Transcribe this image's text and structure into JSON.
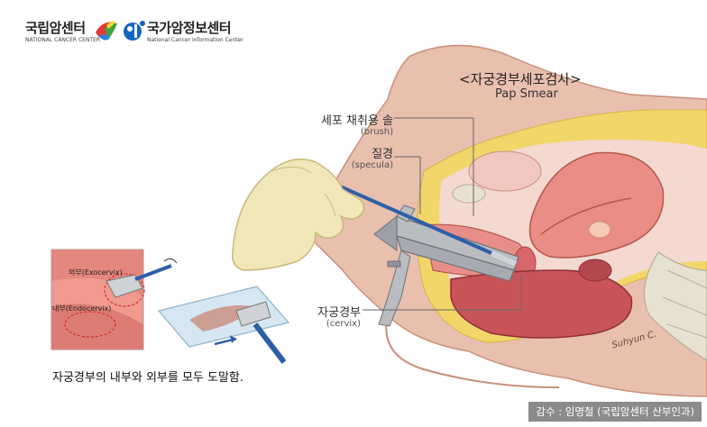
{
  "logos": {
    "ncc_name": "국립암센터",
    "ncc_en": "NATIONAL CANCER CENTER",
    "nci_name": "국가암정보센터",
    "nci_en": "National Cancer Information Center"
  },
  "title": {
    "korean": "<자궁경부세포검사>",
    "english": "Pap Smear"
  },
  "labels": {
    "brush_ko": "세포 채취용 솔",
    "brush_en": "(brush)",
    "specula_ko": "질경",
    "specula_en": "(specula)",
    "cervix_ko": "자궁경부",
    "cervix_en": "(cervix)"
  },
  "inset": {
    "exocervix": "외부(Exocervix)",
    "endocervix": "내부(Endocervix)"
  },
  "caption": "자궁경부의 내부와 외부를 모두 도말함.",
  "credit": "감수 : 임명철 (국립암센터 산부인과)",
  "signature": "Suhyun C.",
  "colors": {
    "skin": "#e9bfae",
    "skin_dark": "#c98f7a",
    "glove": "#f1e7b8",
    "tissue_pink": "#e98d86",
    "organ_red": "#c8545a",
    "fat_yellow": "#f2d66a",
    "bone": "#e7e1d2",
    "blue_instrument": "#2c5fa8",
    "metal": "#b9bcc1",
    "credit_bg": "#8b8b8b"
  }
}
